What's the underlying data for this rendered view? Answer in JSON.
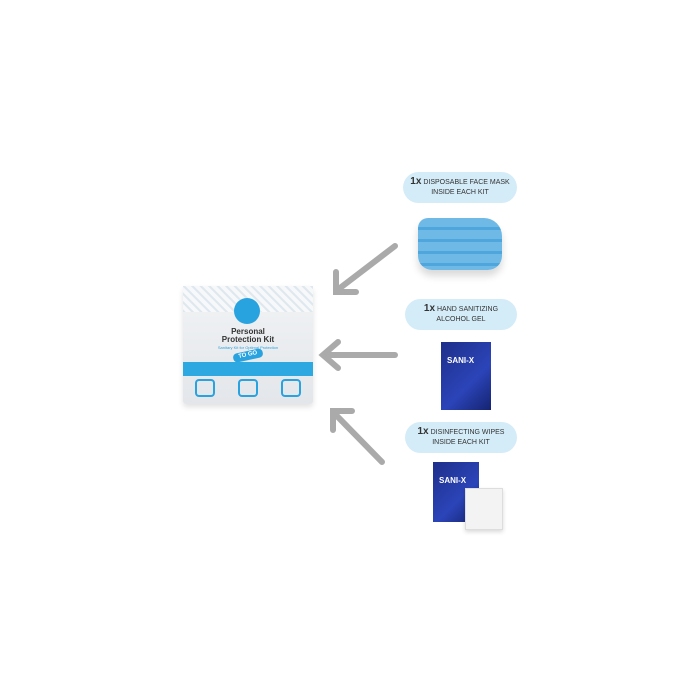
{
  "kit": {
    "title_line1": "Personal",
    "title_line2": "Protection Kit",
    "subtitle": "Sanitary Kit for Optimal Protection",
    "badge": "TO GO"
  },
  "items": [
    {
      "qty": "1x",
      "label": "DISPOSABLE FACE MASK",
      "sub": "INSIDE EACH KIT"
    },
    {
      "qty": "1x",
      "label": "HAND SANITIZING",
      "sub": "ALCOHOL GEL",
      "brand": "SANI-X"
    },
    {
      "qty": "1x",
      "label": "DISINFECTING WIPES",
      "sub": "INSIDE EACH KIT",
      "brand": "SANI-X"
    }
  ],
  "colors": {
    "accent": "#29a3df",
    "pill": "#d4ecf8",
    "arrow": "#aaaaaa",
    "sachet": "#2b44b8"
  }
}
